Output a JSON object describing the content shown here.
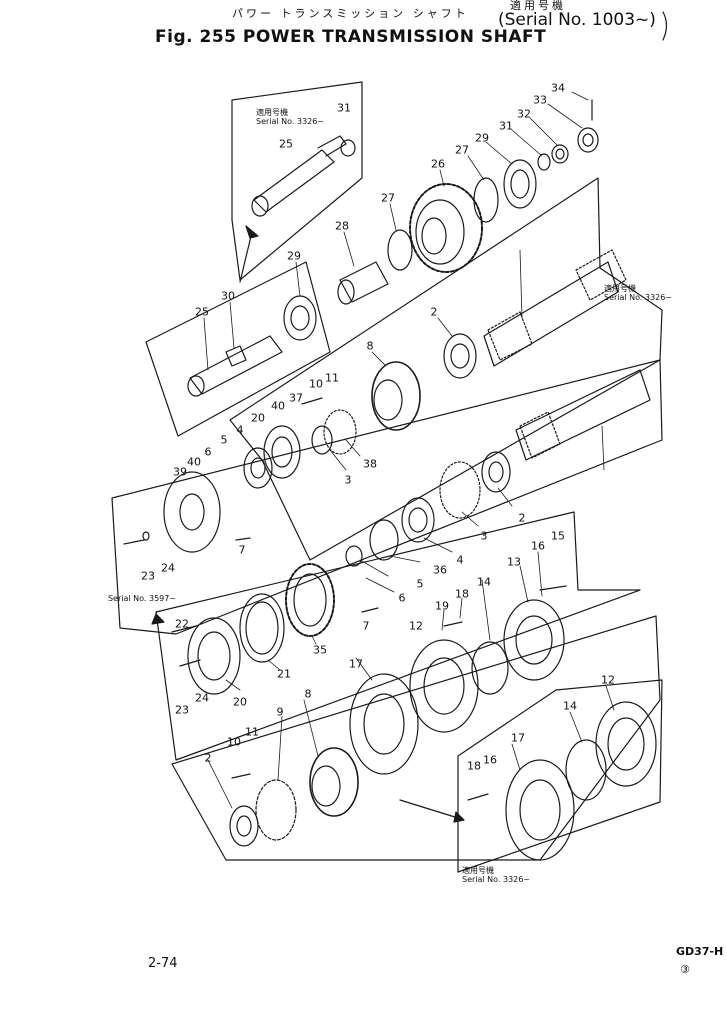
{
  "header": {
    "japanese_title": "パワー トランスミッション シャフト",
    "title": "Fig. 255 POWER TRANSMISSION SHAFT",
    "applicable_jp": "適用号機",
    "serial_range": "(Serial No. 1003~)"
  },
  "notes": {
    "n1_jp": "適用号機",
    "n1_serial": "Serial No. 3326~",
    "n2_jp": "適用号機",
    "n2_serial": "Serial No. 3326~",
    "n3_serial": "Serial No. 3597~",
    "n4_jp": "適用号機",
    "n4_serial": "Serial No. 3326~"
  },
  "footer": {
    "page_number": "2-74",
    "drawing_code": "GD37-H",
    "revision": "③"
  },
  "callouts": [
    {
      "id": "c34",
      "text": "34"
    },
    {
      "id": "c33",
      "text": "33"
    },
    {
      "id": "c32",
      "text": "32"
    },
    {
      "id": "c31a",
      "text": "31"
    },
    {
      "id": "c31b",
      "text": "31"
    },
    {
      "id": "c25a",
      "text": "25"
    },
    {
      "id": "c29a",
      "text": "29"
    },
    {
      "id": "c27a",
      "text": "27"
    },
    {
      "id": "c26",
      "text": "26"
    },
    {
      "id": "c27b",
      "text": "27"
    },
    {
      "id": "c28",
      "text": "28"
    },
    {
      "id": "c29b",
      "text": "29"
    },
    {
      "id": "c30",
      "text": "30"
    },
    {
      "id": "c25b",
      "text": "25"
    },
    {
      "id": "c2a",
      "text": "2"
    },
    {
      "id": "c8a",
      "text": "8"
    },
    {
      "id": "c10a",
      "text": "10"
    },
    {
      "id": "c11a",
      "text": "11"
    },
    {
      "id": "c37",
      "text": "37"
    },
    {
      "id": "c40a",
      "text": "40"
    },
    {
      "id": "c20a",
      "text": "20"
    },
    {
      "id": "c4a",
      "text": "4"
    },
    {
      "id": "c5a",
      "text": "5"
    },
    {
      "id": "c6a",
      "text": "6"
    },
    {
      "id": "c40b",
      "text": "40"
    },
    {
      "id": "c39",
      "text": "39"
    },
    {
      "id": "c3a",
      "text": "3"
    },
    {
      "id": "c38",
      "text": "38"
    },
    {
      "id": "c2b",
      "text": "2"
    },
    {
      "id": "c3b",
      "text": "3"
    },
    {
      "id": "c7a",
      "text": "7"
    },
    {
      "id": "c23a",
      "text": "23"
    },
    {
      "id": "c24a",
      "text": "24"
    },
    {
      "id": "c4b",
      "text": "4"
    },
    {
      "id": "c36",
      "text": "36"
    },
    {
      "id": "c5b",
      "text": "5"
    },
    {
      "id": "c6b",
      "text": "6"
    },
    {
      "id": "c7b",
      "text": "7"
    },
    {
      "id": "c16a",
      "text": "16"
    },
    {
      "id": "c15",
      "text": "15"
    },
    {
      "id": "c13",
      "text": "13"
    },
    {
      "id": "c14a",
      "text": "14"
    },
    {
      "id": "c19",
      "text": "19"
    },
    {
      "id": "c18a",
      "text": "18"
    },
    {
      "id": "c12a",
      "text": "12"
    },
    {
      "id": "c22",
      "text": "22"
    },
    {
      "id": "c35",
      "text": "35"
    },
    {
      "id": "c21",
      "text": "21"
    },
    {
      "id": "c23b",
      "text": "23"
    },
    {
      "id": "c24b",
      "text": "24"
    },
    {
      "id": "c20b",
      "text": "20"
    },
    {
      "id": "c17a",
      "text": "17"
    },
    {
      "id": "c9",
      "text": "9"
    },
    {
      "id": "c8b",
      "text": "8"
    },
    {
      "id": "c2c",
      "text": "2"
    },
    {
      "id": "c10b",
      "text": "10"
    },
    {
      "id": "c11b",
      "text": "11"
    },
    {
      "id": "c12b",
      "text": "12"
    },
    {
      "id": "c14b",
      "text": "14"
    },
    {
      "id": "c17b",
      "text": "17"
    },
    {
      "id": "c18b",
      "text": "18"
    },
    {
      "id": "c16b",
      "text": "16"
    }
  ]
}
